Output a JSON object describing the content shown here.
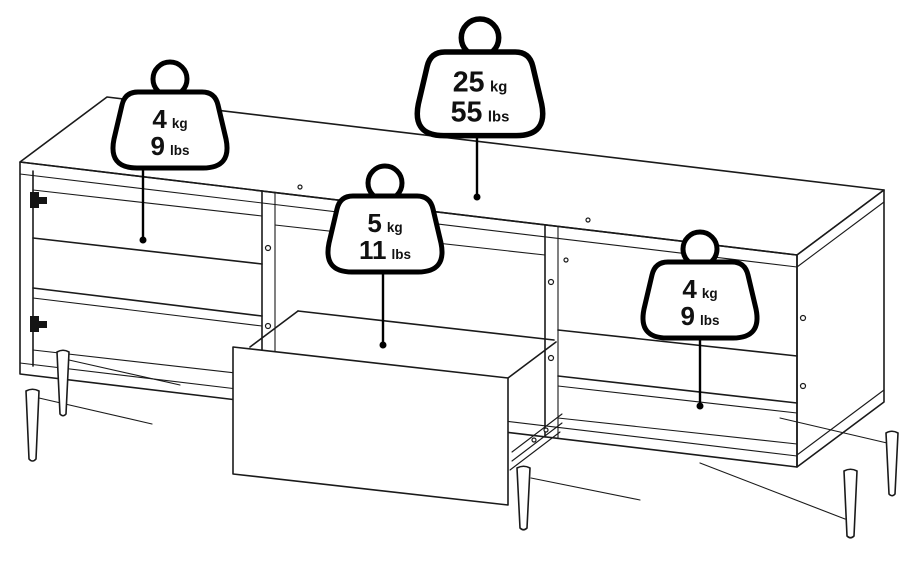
{
  "diagram": {
    "kind": "furniture-weight-capacity-diagram",
    "subject": "tv-stand-with-open-drawer",
    "colors": {
      "background": "#ffffff",
      "line": "#1a1a1a",
      "badge_outline": "#000000",
      "dot": "#000000"
    }
  },
  "badges": [
    {
      "id": "left-shelf",
      "icon": "weight-icon",
      "kg": "4",
      "kg_unit": "kg",
      "lbs": "9",
      "lbs_unit": "lbs"
    },
    {
      "id": "top-surface",
      "icon": "weight-icon",
      "kg": "25",
      "kg_unit": "kg",
      "lbs": "55",
      "lbs_unit": "lbs"
    },
    {
      "id": "drawer",
      "icon": "weight-icon",
      "kg": "5",
      "kg_unit": "kg",
      "lbs": "11",
      "lbs_unit": "lbs"
    },
    {
      "id": "right-shelf",
      "icon": "weight-icon",
      "kg": "4",
      "kg_unit": "kg",
      "lbs": "9",
      "lbs_unit": "lbs"
    }
  ]
}
